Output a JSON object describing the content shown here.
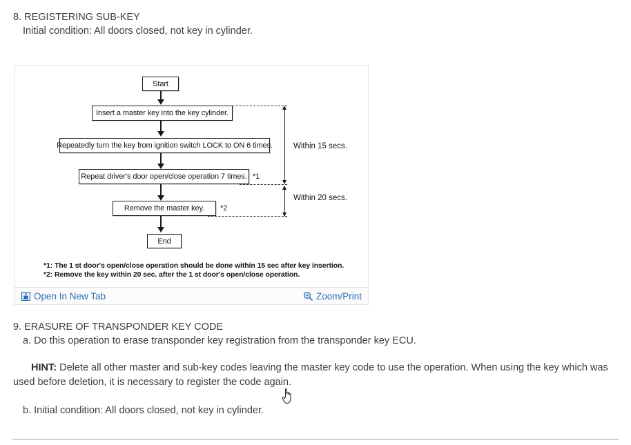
{
  "document": {
    "section8": {
      "heading": "8. REGISTERING SUB-KEY",
      "initial_condition": "Initial condition: All doors closed, not key in cylinder."
    },
    "section9": {
      "heading": "9. ERASURE OF TRANSPONDER KEY CODE",
      "step_a": "a. Do this operation to erase transponder key registration from the transponder key ECU.",
      "hint_label": "HINT:",
      "hint_text": " Delete all other master and sub-key codes leaving the master key code to use the operation. When using the key which was used before deletion, it is necessary to register the code again.",
      "step_b": "b. Initial condition: All doors closed, not key in cylinder."
    }
  },
  "figure": {
    "toolbar": {
      "open_in_new_tab": "Open In New Tab",
      "zoom_print": "Zoom/Print",
      "link_color": "#2f6eb5"
    },
    "flowchart": {
      "nodes": [
        {
          "id": "start",
          "label": "Start"
        },
        {
          "id": "insert",
          "label": "Insert a master key into the key cylinder."
        },
        {
          "id": "turn",
          "label": "Repeatedly turn the key from ignition switch LOCK to ON 6 times."
        },
        {
          "id": "door",
          "label": "Repeat driver's door open/close operation 7 times."
        },
        {
          "id": "remove",
          "label": "Remove the master key."
        },
        {
          "id": "end",
          "label": "End"
        }
      ],
      "markers": {
        "door_marker": "*1",
        "remove_marker": "*2"
      },
      "timing_labels": [
        "Within 15 secs.",
        "Within 20 secs."
      ],
      "footnotes": [
        "*1: The 1 st door's open/close operation should be done within 15 sec after key insertion.",
        "*2: Remove the key within 20 sec. after the 1 st door's open/close operation."
      ]
    }
  }
}
